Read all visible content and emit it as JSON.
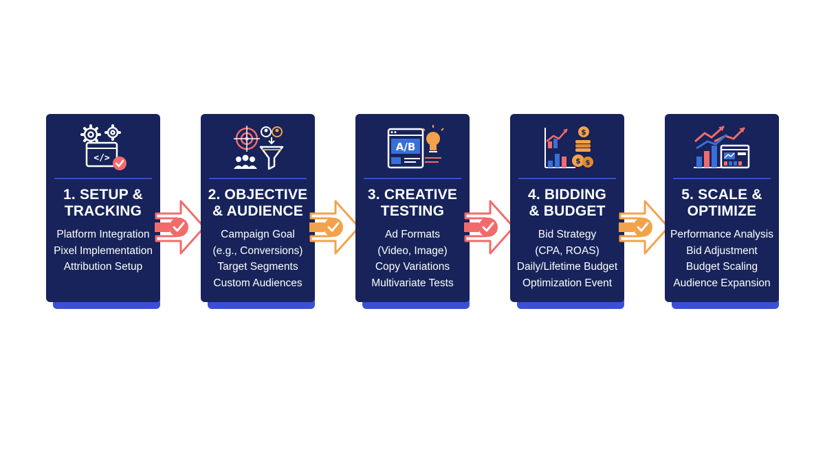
{
  "steps": [
    {
      "title_lines": [
        "1. SETUP &",
        "TRACKING"
      ],
      "items": [
        "Platform Integration",
        "Pixel Implementation",
        "Attribution Setup"
      ],
      "icon": "gears-code-window-check-icon"
    },
    {
      "title_lines": [
        "2. OBJECTIVE",
        "& AUDIENCE"
      ],
      "items": [
        "Campaign Goal",
        "(e.g., Conversions)",
        "Target Segments",
        "Custom Audiences"
      ],
      "icon": "target-funnel-people-icon"
    },
    {
      "title_lines": [
        "3. CREATIVE",
        "TESTING"
      ],
      "items": [
        "Ad Formats",
        "(Video, Image)",
        "Copy Variations",
        "Multivariate Tests"
      ],
      "icon": "ab-test-lightbulb-icon"
    },
    {
      "title_lines": [
        "4. BIDDING",
        "& BUDGET"
      ],
      "items": [
        "Bid Strategy",
        "(CPA, ROAS)",
        "Daily/Lifetime Budget",
        "Optimization Event"
      ],
      "icon": "bar-chart-coins-icon"
    },
    {
      "title_lines": [
        "5. SCALE &",
        "OPTIMIZE"
      ],
      "items": [
        "Performance Analysis",
        "Bid Adjustment",
        "Budget Scaling",
        "Audience Expansion"
      ],
      "icon": "growth-chart-dashboard-icon"
    }
  ],
  "connectors": [
    {
      "color": "#f26b6b",
      "icon": "check-icon"
    },
    {
      "color": "#f4a24a",
      "icon": "check-icon"
    },
    {
      "color": "#f26b6b",
      "icon": "check-icon"
    },
    {
      "color": "#f4a24a",
      "icon": "check-icon"
    }
  ],
  "colors": {
    "card": "#17235a",
    "card_shadow": "#3a4fd6",
    "accent_red": "#f26b6b",
    "accent_orange": "#f4a24a",
    "text": "#ffffff"
  }
}
